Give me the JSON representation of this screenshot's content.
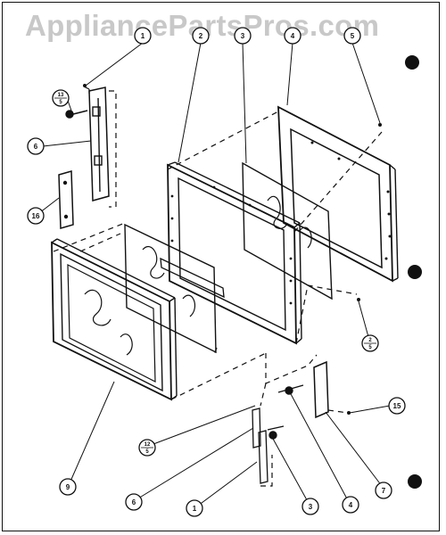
{
  "watermark": {
    "text": "AppliancePartsPros.com"
  },
  "callouts": [
    {
      "id": "c-top-1",
      "label": "1"
    },
    {
      "id": "c-top-2",
      "label": "2"
    },
    {
      "id": "c-top-3",
      "label": "3"
    },
    {
      "id": "c-top-4",
      "label": "4"
    },
    {
      "id": "c-top-5",
      "label": "5"
    },
    {
      "id": "c-13",
      "label": "13",
      "sub": "5"
    },
    {
      "id": "c-6a",
      "label": "6"
    },
    {
      "id": "c-16",
      "label": "16"
    },
    {
      "id": "c-2",
      "label": "2",
      "sub": "5"
    },
    {
      "id": "c-15",
      "label": "15"
    },
    {
      "id": "c-12",
      "label": "12",
      "sub": "5"
    },
    {
      "id": "c-7",
      "label": "7"
    },
    {
      "id": "c-4",
      "label": "4"
    },
    {
      "id": "c-3",
      "label": "3"
    },
    {
      "id": "c-1",
      "label": "1"
    },
    {
      "id": "c-6b",
      "label": "6"
    },
    {
      "id": "c-9",
      "label": "9"
    }
  ],
  "colors": {
    "ink": "#111111",
    "watermark": "#c8c8c8",
    "paper": "#ffffff"
  }
}
